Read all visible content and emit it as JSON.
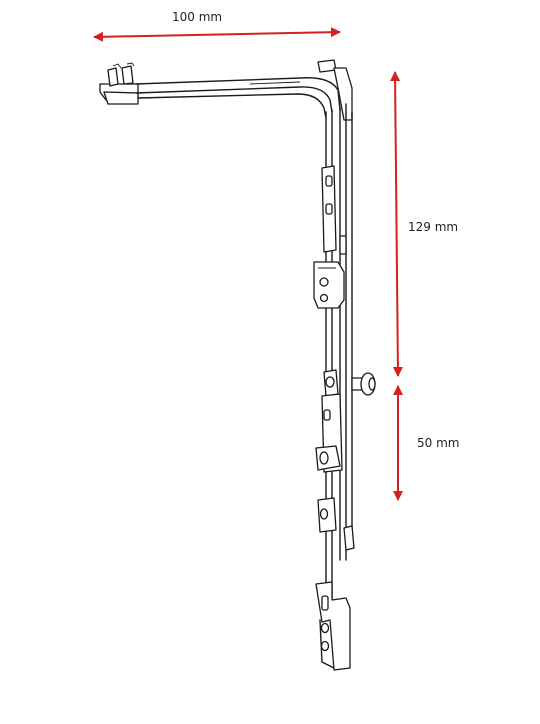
{
  "dimensions": {
    "width_label": "100 mm",
    "upper_height_label": "129 mm",
    "lower_height_label": "50 mm"
  },
  "colors": {
    "arrow": "#d42020",
    "outline": "#1a1a1a",
    "background": "#ffffff"
  }
}
